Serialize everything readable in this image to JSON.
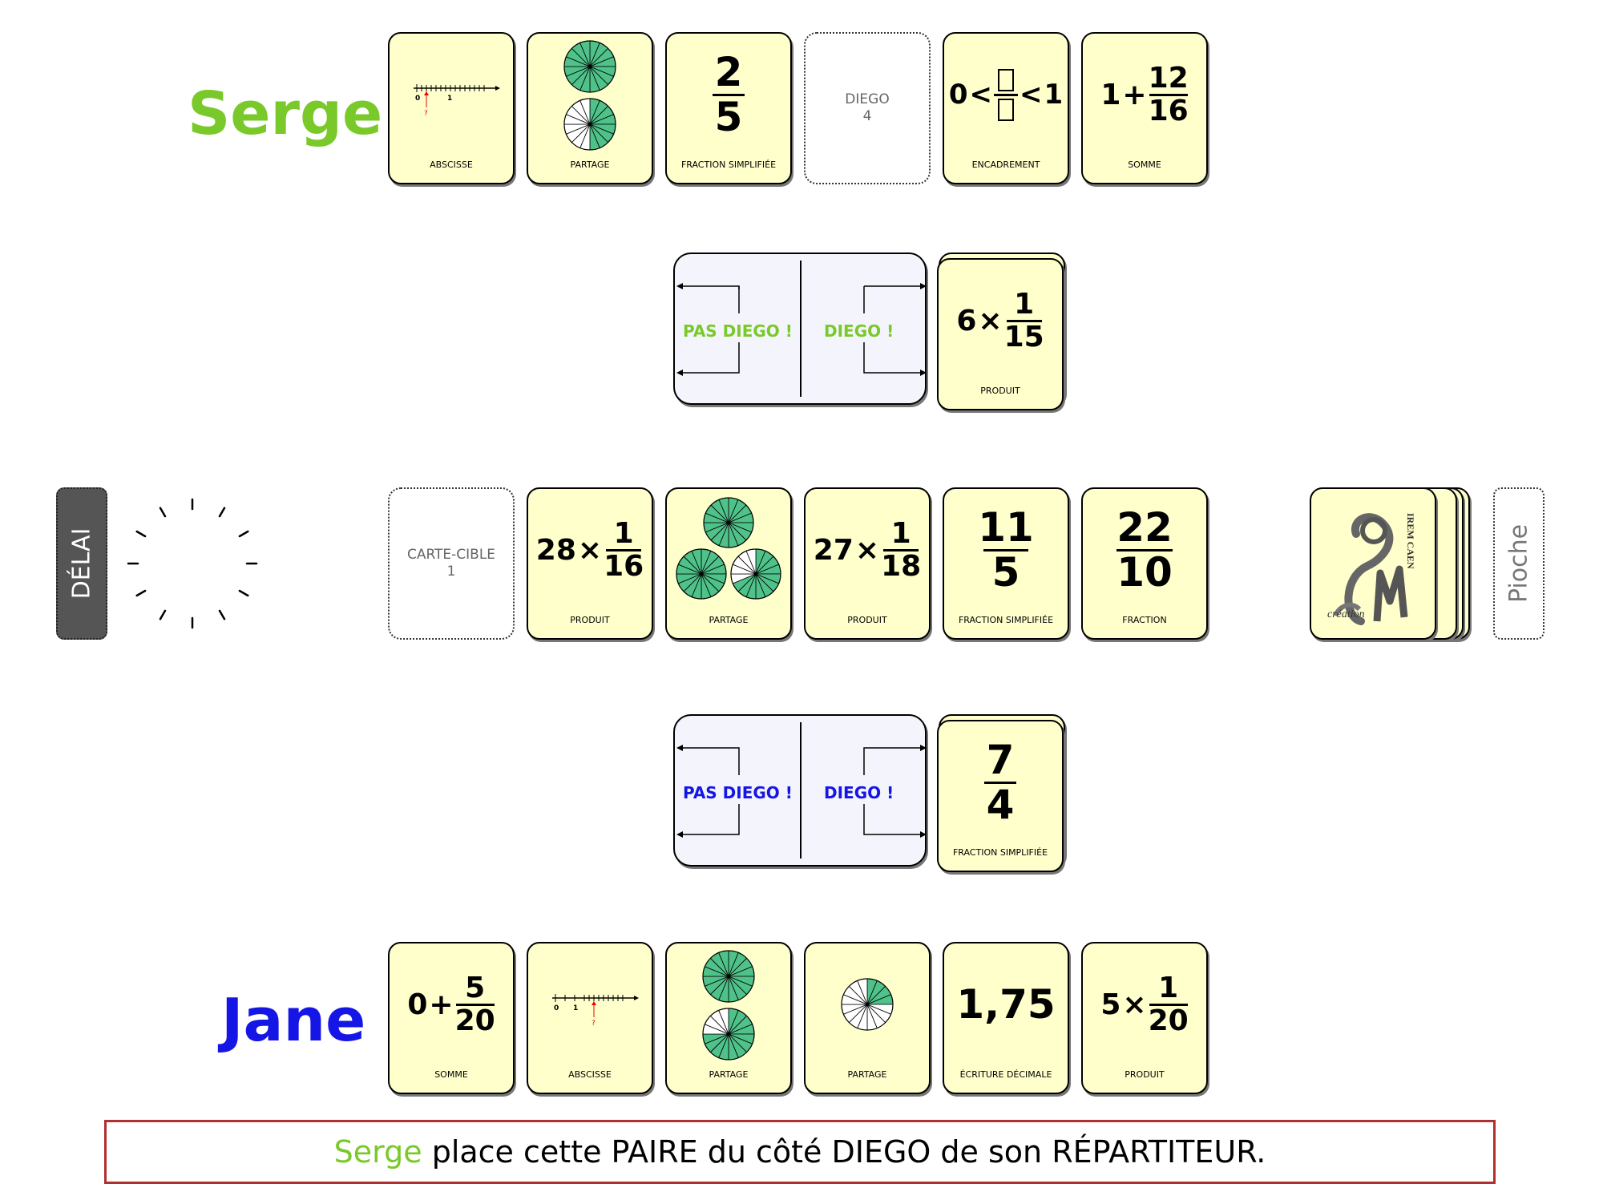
{
  "colors": {
    "serge": "#7ac92a",
    "jane": "#1515e6",
    "card_bg": "#ffffcc",
    "sector_green": "#4fc28a",
    "message_border": "#b03030",
    "distributor_bg": "#f4f5fc"
  },
  "players": {
    "serge": {
      "name": "Serge"
    },
    "jane": {
      "name": "Jane"
    }
  },
  "serge_hand": [
    {
      "caption": "ABSCISSE",
      "kind": "number-line",
      "labels": [
        "0",
        "1",
        "?"
      ]
    },
    {
      "caption": "PARTAGE",
      "kind": "pies",
      "pies": [
        16,
        8
      ],
      "parts": 16
    },
    {
      "caption": "FRACTION SIMPLIFIÉE",
      "kind": "fraction",
      "num": "2",
      "den": "5"
    },
    {
      "kind": "placeholder",
      "line1": "DIEGO",
      "line2": "4"
    },
    {
      "caption": "ENCADREMENT",
      "kind": "encadrement",
      "left": "0",
      "op": "<",
      "right": "1"
    },
    {
      "caption": "SOMME",
      "kind": "sum",
      "whole": "1",
      "op": "+",
      "num": "12",
      "den": "16"
    }
  ],
  "serge_distributor": {
    "left_label": "PAS DIEGO !",
    "right_label": "DIEGO !",
    "top_card": {
      "caption": "PRODUIT",
      "factor": "6",
      "op": "×",
      "num": "1",
      "den": "15"
    }
  },
  "delay": {
    "label": "DÉLAI"
  },
  "target": {
    "line1": "CARTE-CIBLE",
    "line2": "1"
  },
  "table_cards": [
    {
      "caption": "PRODUIT",
      "factor": "28",
      "op": "×",
      "num": "1",
      "den": "16"
    },
    {
      "caption": "PARTAGE",
      "kind": "pies3",
      "pies": [
        16,
        16,
        11
      ],
      "parts": 16
    },
    {
      "caption": "PRODUIT",
      "factor": "27",
      "op": "×",
      "num": "1",
      "den": "18"
    },
    {
      "caption": "FRACTION SIMPLIFIÉE",
      "num": "11",
      "den": "5"
    },
    {
      "caption": "FRACTION",
      "num": "22",
      "den": "10"
    }
  ],
  "deck": {
    "logo_lines": [
      "IREM CAEN",
      "création"
    ],
    "pile_label": "Pioche"
  },
  "jane_distributor": {
    "left_label": "PAS DIEGO !",
    "right_label": "DIEGO !",
    "top_card": {
      "caption": "FRACTION SIMPLIFIÉE",
      "num": "7",
      "den": "4"
    }
  },
  "jane_hand": [
    {
      "caption": "SOMME",
      "whole": "0",
      "op": "+",
      "num": "5",
      "den": "20"
    },
    {
      "caption": "ABSCISSE",
      "kind": "number-line",
      "labels": [
        "0",
        "1",
        "?"
      ]
    },
    {
      "caption": "PARTAGE",
      "kind": "pies",
      "pies": [
        16,
        12
      ],
      "parts": 16
    },
    {
      "caption": "PARTAGE",
      "kind": "pie1",
      "pies": [
        4
      ],
      "parts": 16
    },
    {
      "caption": "ÉCRITURE DÉCIMALE",
      "value": "1,75"
    },
    {
      "caption": "PRODUIT",
      "factor": "5",
      "op": "×",
      "num": "1",
      "den": "20"
    }
  ],
  "message": {
    "player": "Serge",
    "text": " place cette PAIRE du côté DIEGO de son RÉPARTITEUR."
  }
}
